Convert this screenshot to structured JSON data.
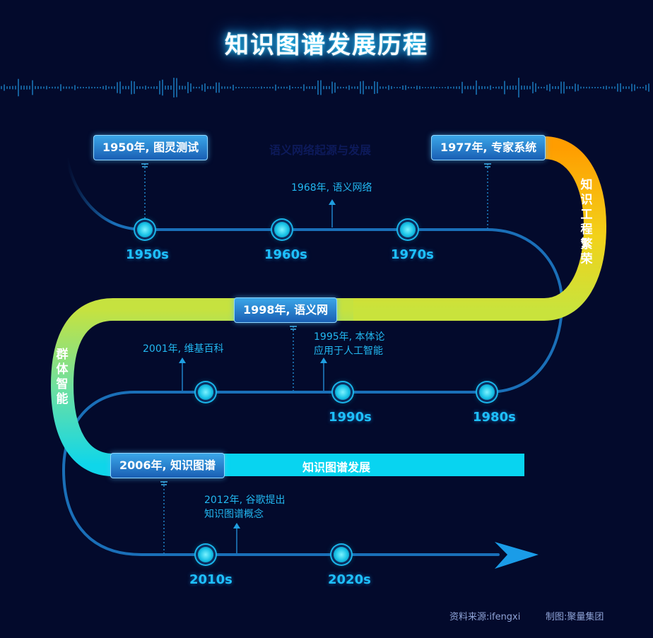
{
  "title": "知识图谱发展历程",
  "tags": {
    "t1950": "1950年, 图灵测试",
    "t1977": "1977年, 专家系统",
    "t1998": "1998年, 语义网",
    "t2006": "2006年, 知识图谱"
  },
  "bands": {
    "semantic_network": "语义网络起源与发展",
    "kg_development": "知识图谱发展",
    "knowledge_engineering": "知识工程繁荣",
    "swarm_intelligence": "群体智能"
  },
  "notes": {
    "n1968": "1968年, 语义网络",
    "n1995_line1": "1995年, 本体论",
    "n1995_line2": "应用于人工智能",
    "n2001": "2001年, 维基百科",
    "n2012_line1": "2012年, 谷歌提出",
    "n2012_line2": "知识图谱概念"
  },
  "decades": {
    "d1950": "1950s",
    "d1960": "1960s",
    "d1970": "1970s",
    "d1980": "1980s",
    "d1990": "1990s",
    "d2010": "2010s",
    "d2020": "2020s"
  },
  "footer": {
    "source": "资料来源:ifengxi",
    "producer": "制图:聚量集团"
  },
  "colors": {
    "background": "#030a2c",
    "orange": "#ff9d00",
    "yellow_green": "#c9e33c",
    "cyan": "#08d4f0",
    "timeline": "#1a6fb8",
    "text_blue": "#22b7f0"
  }
}
